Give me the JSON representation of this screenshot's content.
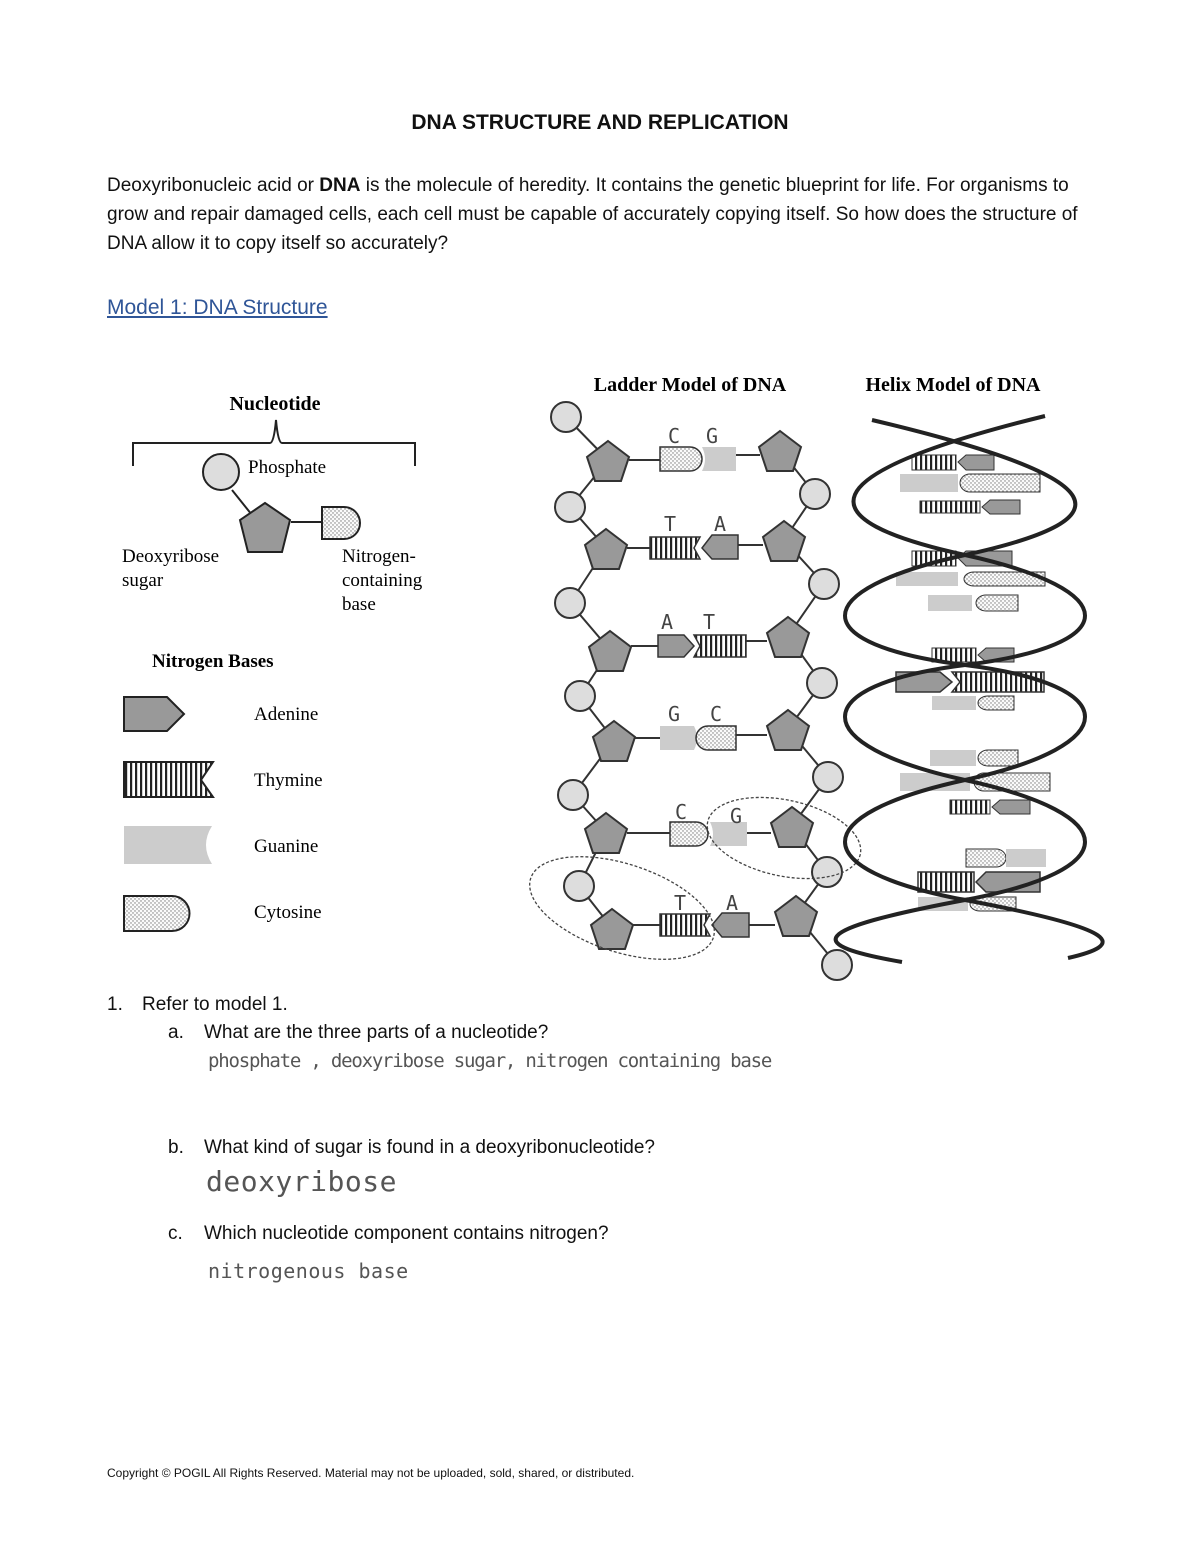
{
  "title": "DNA STRUCTURE AND REPLICATION",
  "intro": {
    "part1": "Deoxyribonucleic acid or ",
    "bold": "DNA",
    "part2": " is the molecule of heredity. It contains the genetic blueprint for life. For organisms to grow and repair damaged cells, each cell must be capable of accurately copying itself. So how does the structure of DNA allow it to copy itself so accurately?"
  },
  "model_heading": "Model 1: DNA Structure",
  "figure": {
    "nucleotide_title": "Nucleotide",
    "phosphate": "Phosphate",
    "sugar_line1": "Deoxyribose",
    "sugar_line2": "sugar",
    "base_line1": "Nitrogen-",
    "base_line2": "containing",
    "base_line3": "base",
    "bases_title": "Nitrogen Bases",
    "adenine": "Adenine",
    "thymine": "Thymine",
    "guanine": "Guanine",
    "cytosine": "Cytosine",
    "ladder_title": "Ladder Model of DNA",
    "helix_title": "Helix Model of DNA",
    "handwritten_pairs": [
      {
        "left": "C",
        "right": "G"
      },
      {
        "left": "T",
        "right": "A"
      },
      {
        "left": "A",
        "right": "T"
      },
      {
        "left": "G",
        "right": "C"
      },
      {
        "left": "C",
        "right": "G"
      },
      {
        "left": "T",
        "right": "A"
      }
    ]
  },
  "questions": {
    "q1_num": "1.",
    "q1_text": "Refer to model 1.",
    "items": [
      {
        "label": "a.",
        "text": "What are the three parts of a nucleotide?",
        "answer": "phosphate , deoxyribose sugar, nitrogen containing base"
      },
      {
        "label": "b.",
        "text": "What kind of sugar is found in a deoxyribonucleotide?",
        "answer": "deoxyribose"
      },
      {
        "label": "c.",
        "text": "Which nucleotide component contains nitrogen?",
        "answer": "nitrogenous base"
      }
    ]
  },
  "footer": "Copyright © POGIL All Rights Reserved.  Material may not be uploaded, sold, shared, or distributed."
}
